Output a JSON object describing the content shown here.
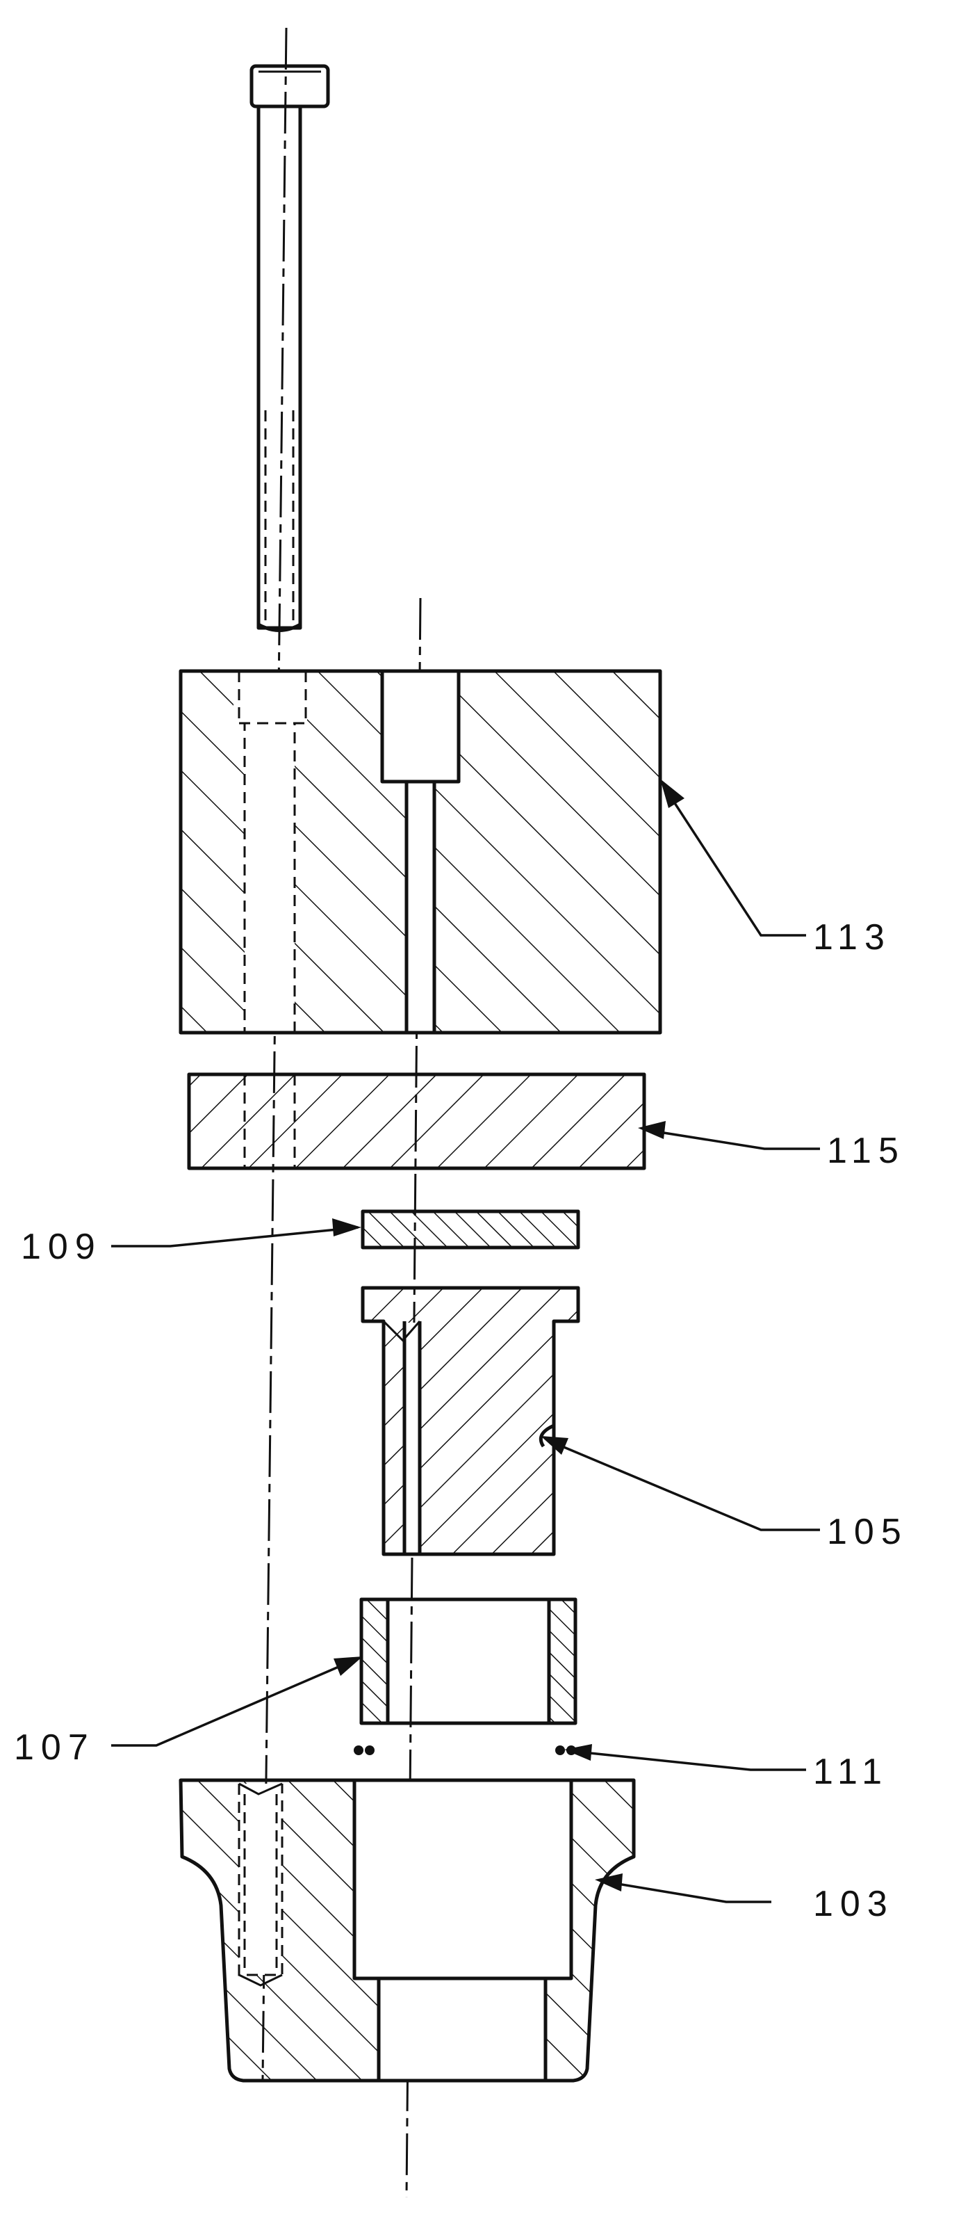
{
  "figure": {
    "labels": {
      "l113": "113",
      "l115": "115",
      "l109": "109",
      "l105": "105",
      "l107": "107",
      "l111": "111",
      "l103": "103"
    },
    "ink_color": "#111111",
    "background_color": "#ffffff"
  }
}
